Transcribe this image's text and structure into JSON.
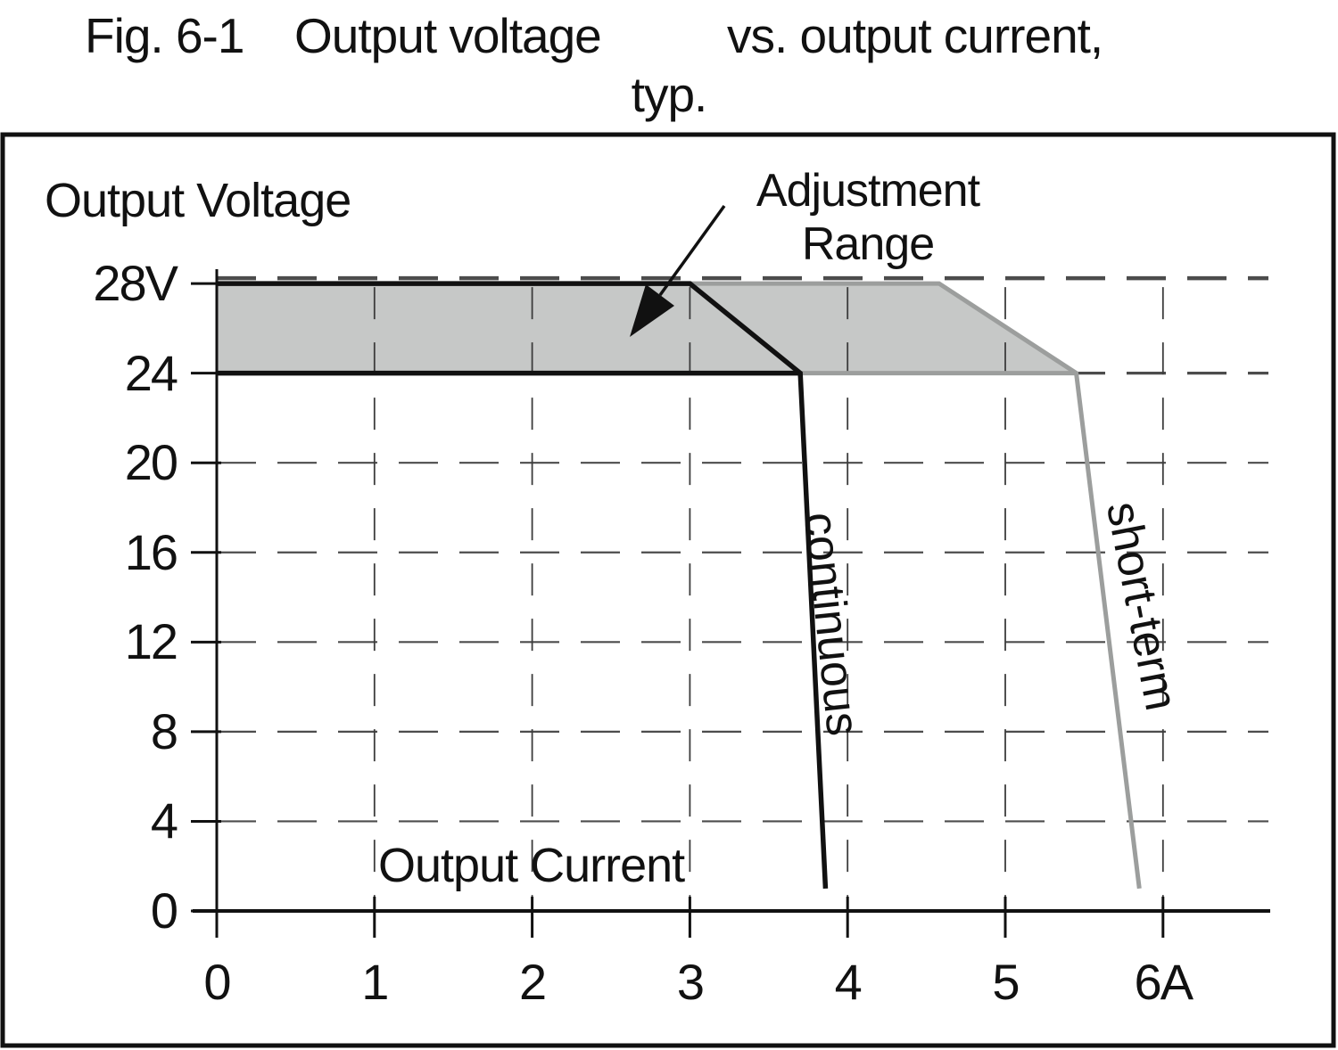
{
  "title": {
    "fig_label": "Fig. 6-1",
    "part1": "Output voltage",
    "part2": "vs. output current,",
    "line2": "typ."
  },
  "chart_data": {
    "type": "line",
    "title": "Fig. 6-1  Output voltage vs. output current, typ.",
    "xlabel": "Output Current",
    "ylabel": "Output Voltage",
    "x_unit": "A",
    "y_unit": "V",
    "xlim": [
      0,
      6.67
    ],
    "ylim": [
      0,
      28
    ],
    "grid": "dashed",
    "legend_position": "none",
    "x_ticks": [
      {
        "value": 0,
        "label": "0"
      },
      {
        "value": 1,
        "label": "1"
      },
      {
        "value": 2,
        "label": "2"
      },
      {
        "value": 3,
        "label": "3"
      },
      {
        "value": 4,
        "label": "4"
      },
      {
        "value": 5,
        "label": "5"
      },
      {
        "value": 6,
        "label": "6A"
      }
    ],
    "y_ticks": [
      {
        "value": 0,
        "label": "0"
      },
      {
        "value": 4,
        "label": "4"
      },
      {
        "value": 8,
        "label": "8"
      },
      {
        "value": 12,
        "label": "12"
      },
      {
        "value": 16,
        "label": "16"
      },
      {
        "value": 20,
        "label": "20"
      },
      {
        "value": 24,
        "label": "24"
      },
      {
        "value": 28,
        "label": "28V"
      }
    ],
    "series": [
      {
        "name": "continuous",
        "color": "#111111",
        "points": [
          [
            0,
            28
          ],
          [
            3.0,
            28
          ],
          [
            3.7,
            24
          ],
          [
            3.86,
            1
          ]
        ]
      },
      {
        "name": "short-term",
        "color": "#9c9e9d",
        "points": [
          [
            0,
            28
          ],
          [
            4.58,
            28
          ],
          [
            5.45,
            24
          ],
          [
            5.85,
            1
          ]
        ]
      }
    ],
    "annotation": {
      "line1": "Adjustment",
      "line2": "Range",
      "band_voltage_range": [
        24,
        28
      ],
      "band_fill": "#c6c8c7"
    }
  }
}
